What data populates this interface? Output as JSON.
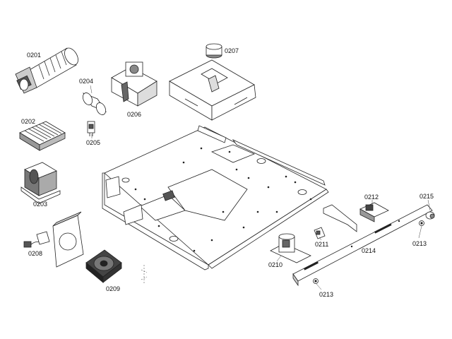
{
  "diagram": {
    "colors": {
      "ink": "#222222",
      "paper": "#ffffff",
      "shade": "#8a8a8a",
      "dark": "#333333"
    },
    "parts": [
      {
        "id": "p0201",
        "label": "0201",
        "icon": "cylindrical-motor-fan"
      },
      {
        "id": "p0202",
        "label": "0202",
        "icon": "ribbed-heat-sink"
      },
      {
        "id": "p0203",
        "label": "0203",
        "icon": "transformer"
      },
      {
        "id": "p0204",
        "label": "0204",
        "icon": "capacitor"
      },
      {
        "id": "p0205",
        "label": "0205",
        "icon": "small-relay"
      },
      {
        "id": "p0206",
        "label": "0206",
        "icon": "blower-motor"
      },
      {
        "id": "p0207",
        "label": "0207",
        "icon": "round-cap"
      },
      {
        "id": "p0208",
        "label": "0208",
        "icon": "connector-plug"
      },
      {
        "id": "p0209",
        "label": "0209",
        "icon": "square-fan"
      },
      {
        "id": "p0210",
        "label": "0210",
        "icon": "drive-motor"
      },
      {
        "id": "p0211",
        "label": "0211",
        "icon": "small-clip"
      },
      {
        "id": "p0212",
        "label": "0212",
        "icon": "latch-assembly"
      },
      {
        "id": "p0213a",
        "label": "0213",
        "icon": "screw"
      },
      {
        "id": "p0213b",
        "label": "0213",
        "icon": "screw"
      },
      {
        "id": "p0214",
        "label": "0214",
        "icon": "rail-bar"
      },
      {
        "id": "p0215",
        "label": "0215",
        "icon": "end-knob"
      }
    ]
  }
}
